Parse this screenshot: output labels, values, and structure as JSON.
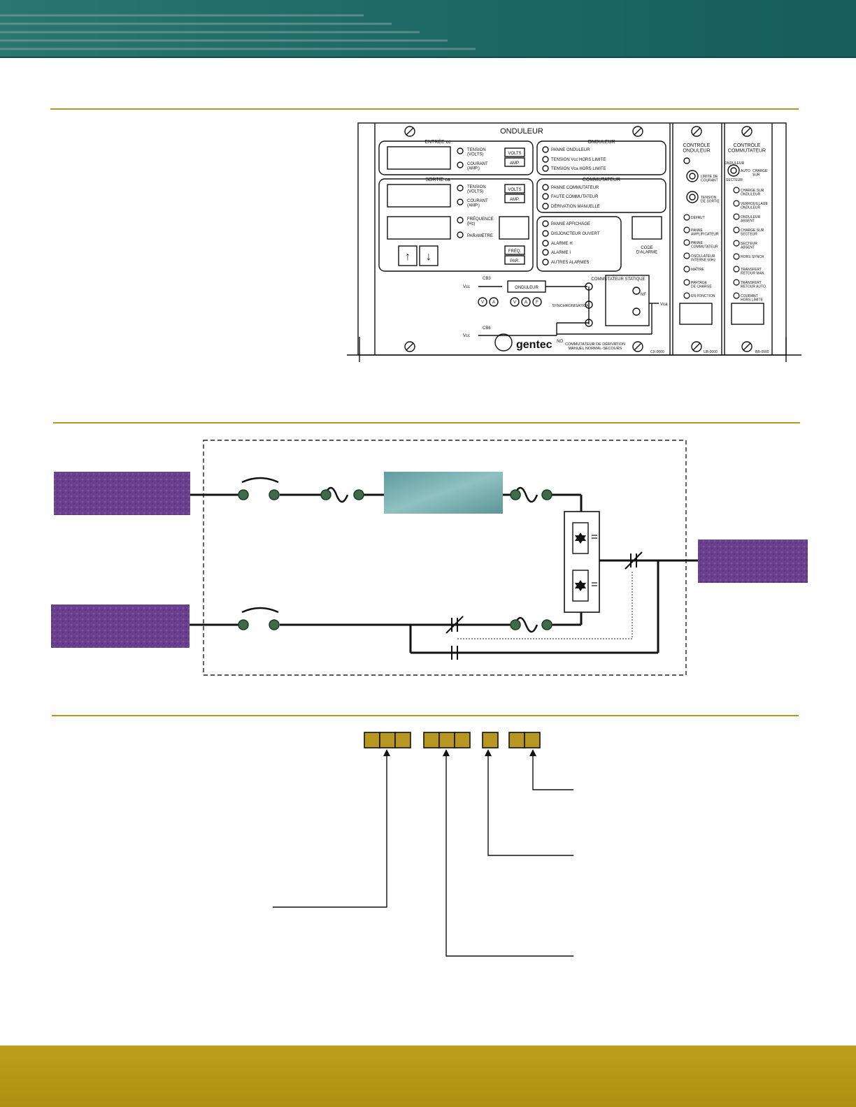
{
  "panel": {
    "title": "ONDULEUR",
    "entree": {
      "label": "ENTRÉE cc",
      "rows": [
        "TENSION\n(VOLTS)",
        "COURANT\n(AMP.)"
      ],
      "buttons": [
        "VOLTS",
        "AMP."
      ]
    },
    "sortie": {
      "label": "SORTIE ca",
      "rows": [
        "TENSION\n(VOLTS)",
        "COURANT\n(AMP.)",
        "FRÉQUENCE\n(Hz)",
        "PARAMÈTRE"
      ],
      "buttons": [
        "VOLTS",
        "AMP.",
        "FRÉQ.",
        "PAR."
      ]
    },
    "onduleur_group": {
      "label": "ONDULEUR",
      "items": [
        "PANNE ONDULEUR",
        "TENSION Vcc HORS LIMITE",
        "TENSION Vca HORS LIMITE"
      ]
    },
    "commutateur_group": {
      "label": "COMMUTATEUR",
      "items": [
        "PANNE COMMUTATEUR",
        "FAUTE COMMUTATEUR",
        "DÉRIVATION MANUELLE"
      ]
    },
    "alarm_group": {
      "items": [
        "PANNE AFFICHAGE",
        "DISJONCTEUR OUVERT",
        "ALARME H",
        "ALARME I",
        "AUTRES ALARMES"
      ]
    },
    "alarm_code": "CODE\nD'ALARME",
    "mimic": {
      "cb3": "CB3",
      "cb6": "CB6",
      "vcc": "Vcc",
      "vca": "Vca",
      "onduleur_box": "ONDULEUR",
      "commutateur": "COMMUTATEUR STATIQUE",
      "synchro": "SYNCHRONISATION",
      "nf": "NF",
      "no": "NO",
      "meters_in": [
        "V",
        "A"
      ],
      "meters_out": [
        "V",
        "A",
        "F"
      ],
      "bypass": "COMMUTATEUR DE DÉRIVATION\nMANUEL NORMAL-SECOURS"
    },
    "brand": "gentec",
    "part_main": "CX-0000",
    "controle_onduleur": {
      "title": "CONTRÔLE\nONDULEUR",
      "knob1": "LIMITE DE\nCOURANT",
      "knob2": "TENSION\nDE SORTIE",
      "leds": [
        "DÉFAUT",
        "PANNE\nAMPLIFICATEUR",
        "PANNE\nCOMMUTATEUR",
        "OSCILLATEUR\nINTERNE 60Hz",
        "MAÎTRE",
        "PARTAGE\nDE CHARGE",
        "EN FONCTION"
      ],
      "part": "UB-0000"
    },
    "controle_commutateur": {
      "title": "CONTRÔLE\nCOMMUTATEUR",
      "knob_left": "ONDULEUR",
      "knob_right": "AUTO",
      "knob_right2": "CHARGE\nSUR",
      "knob_bottom": "SECTEUR",
      "leds": [
        "CHARGE SUR\nONDULEUR",
        "VERROUILLAGE\nONDULEUR",
        "ONDULEUR\nABSENT",
        "CHARGE SUR\nSECTEUR",
        "SECTEUR\nABSENT",
        "HORS SYNCH.",
        "TRANSFERT\nRETOUR MAN.",
        "TRANSFERT\nRETOUR AUTO.",
        "COURANT\nHORS LIMITE"
      ],
      "part": "BB-0000"
    }
  },
  "colors": {
    "header": "#1f6a66",
    "rule": "#b79621",
    "footer": "#b08f10",
    "code_box": "#b79621",
    "node": "#3e6b4a",
    "purple": "#6a3f8e",
    "teal_block": "#6fa6a8"
  }
}
